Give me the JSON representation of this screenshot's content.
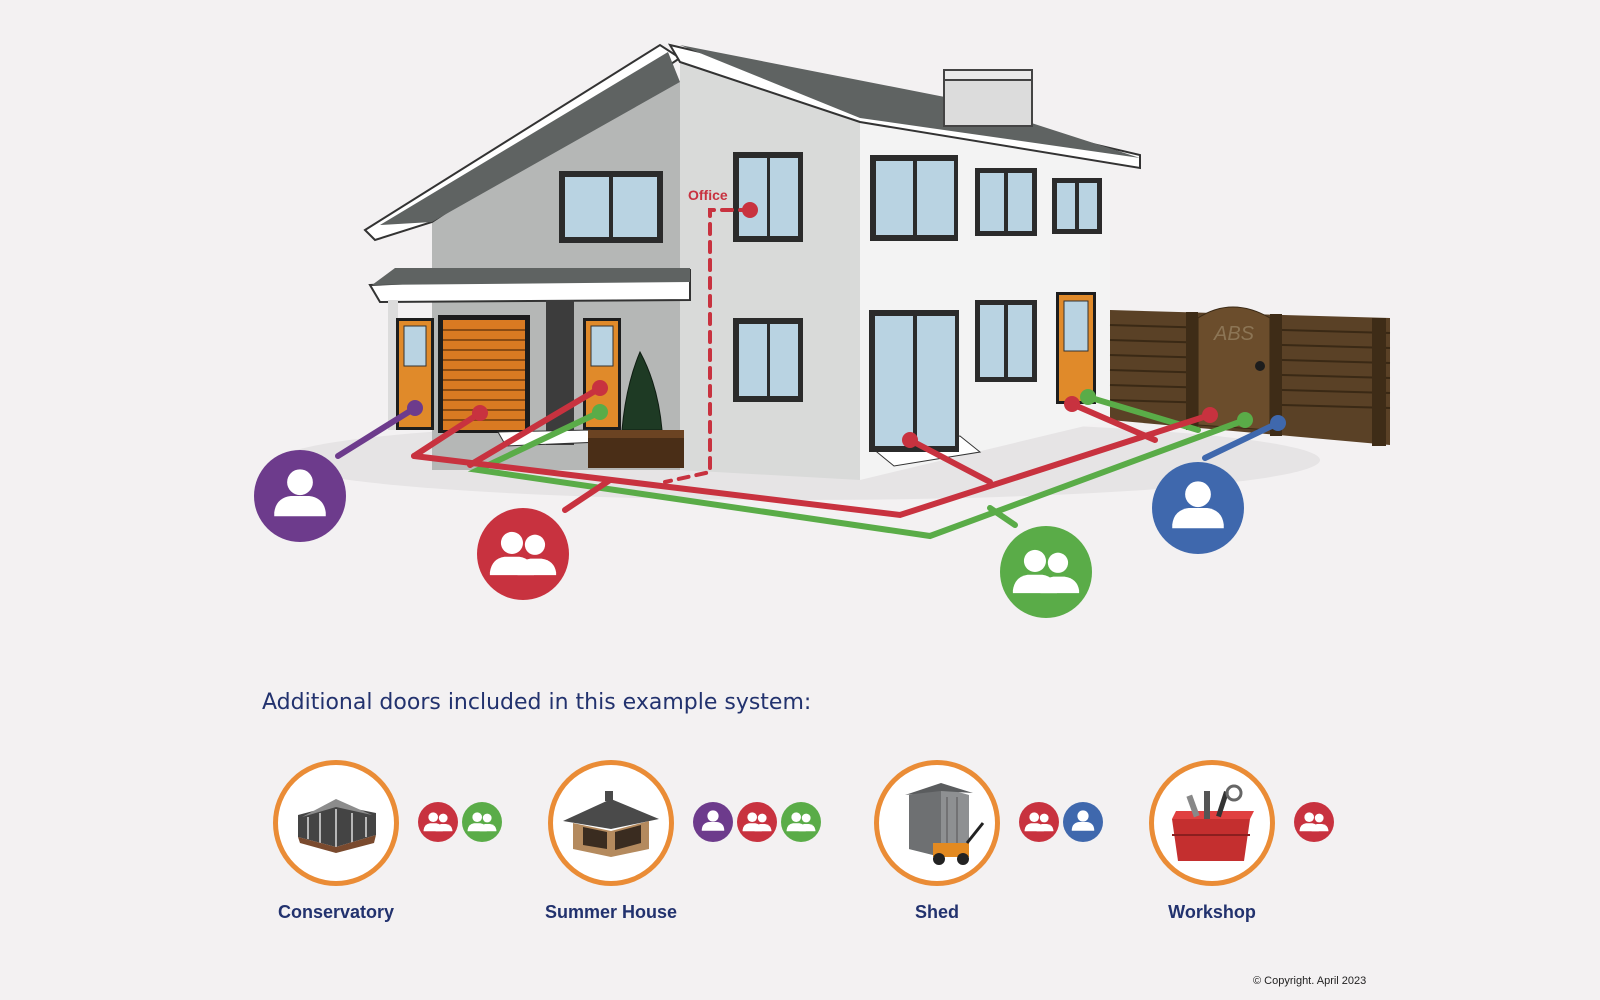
{
  "house": {
    "office_label": "Office",
    "gate_logo": "ABS"
  },
  "colors": {
    "purple": "#6d3b8c",
    "red": "#c8323f",
    "green": "#5aac48",
    "blue": "#3f68ad",
    "orange_ring": "#ea8c36",
    "heading": "#22326e"
  },
  "user_groups": [
    {
      "color": "purple",
      "icon": "single-user-icon"
    },
    {
      "color": "red",
      "icon": "two-users-icon"
    },
    {
      "color": "green",
      "icon": "two-users-icon"
    },
    {
      "color": "blue",
      "icon": "single-user-icon"
    }
  ],
  "additional": {
    "heading": "Additional doors included in this example system:",
    "items": [
      {
        "label": "Conservatory",
        "icon": "conservatory-icon",
        "access": [
          "red",
          "green"
        ]
      },
      {
        "label": "Summer House",
        "icon": "summer-house-icon",
        "access": [
          "purple",
          "red",
          "green"
        ]
      },
      {
        "label": "Shed",
        "icon": "shed-icon",
        "access": [
          "red",
          "blue"
        ]
      },
      {
        "label": "Workshop",
        "icon": "toolbox-icon",
        "access": [
          "red"
        ]
      }
    ]
  },
  "footer": {
    "copyright": "© Copyright. April 2023"
  }
}
